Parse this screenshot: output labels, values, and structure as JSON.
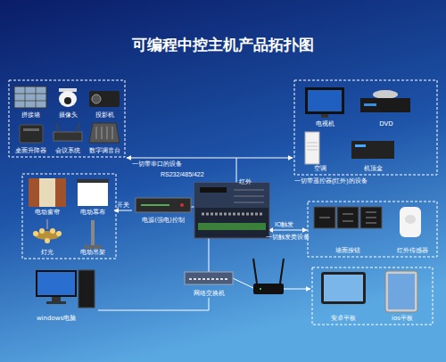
{
  "diagram": {
    "title": "可编程中控主机产品拓扑图",
    "nodes": [
      {
        "text": [
          "拼接墙"
        ]
      },
      {
        "text": [
          "摄像头"
        ]
      },
      {
        "text": [
          "投影机"
        ]
      },
      {
        "text": [
          "桌面升降器"
        ]
      },
      {
        "text": [
          "会议系统"
        ]
      },
      {
        "text": [
          "数字调音台"
        ]
      },
      {
        "text": [
          "电视机"
        ]
      },
      {
        "text": [
          "DVD"
        ]
      },
      {
        "text": [
          "空调"
        ]
      },
      {
        "text": [
          "机顶盒"
        ]
      },
      {
        "text": [
          "电动窗帘"
        ]
      },
      {
        "text": [
          "电动幕布"
        ]
      },
      {
        "text": [
          "电源(强电)控制"
        ]
      },
      {
        "text": [
          "灯光"
        ]
      },
      {
        "text": [
          "电动吊架"
        ]
      },
      {
        "text": [
          "墙面按钮"
        ]
      },
      {
        "text": [
          "红外传感器"
        ]
      },
      {
        "text": [
          "网络交换机"
        ]
      },
      {
        "text": [
          "windows电脑"
        ]
      },
      {
        "text": [
          "安卓平板"
        ]
      },
      {
        "text": [
          "ios平板"
        ]
      }
    ],
    "edges": [
      {
        "from": 12,
        "to": 11,
        "arrow": "to",
        "label": "开关"
      },
      {
        "from": 17,
        "to": 18,
        "arrow": "none"
      }
    ],
    "labels": [
      "一切带串口的设备",
      "RS232/485/422",
      "红外",
      "一切带遥控器(红外)的设备",
      "IO触发",
      "一切触发类设备"
    ]
  }
}
